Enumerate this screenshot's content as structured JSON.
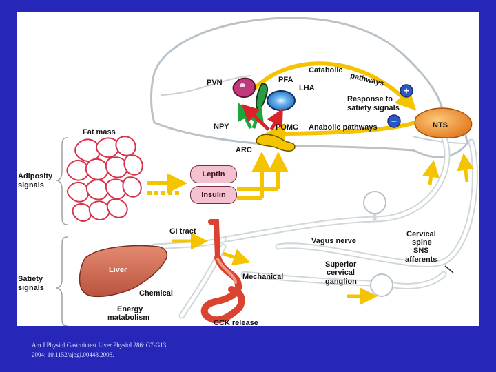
{
  "colors": {
    "slide_background": "#2626b8",
    "panel_background": "#ffffff",
    "catabolic_arrow": "#f5c400",
    "positive_badge": "#2a56c6",
    "nts": "#f08a1f",
    "pvn": "#c0397a",
    "lha": "#1e78c8",
    "npy_arrow": "#1aa83b",
    "pomc_arrow": "#d9232b",
    "fat_cells": "#d6324a",
    "liver": "#d4715a"
  },
  "labels": {
    "catabolic_line1": "Catabolic",
    "catabolic_line2": "pathways",
    "pvn": "PVN",
    "pfa": "PFA",
    "lha": "LHA",
    "response_line1": "Response to",
    "response_line2": "satiety signals",
    "npy": "NPY",
    "pomc": "POMC",
    "anabolic": "Anabolic pathways",
    "nts": "NTS",
    "arc": "ARC",
    "fat_mass": "Fat mass",
    "adiposity_line1": "Adiposity",
    "adiposity_line2": "signals",
    "leptin": "Leptin",
    "insulin": "Insulin",
    "gi_tract": "GI tract",
    "vagus_nerve": "Vagus nerve",
    "cervical_line1": "Cervical",
    "cervical_line2": "spine",
    "cervical_line3": "SNS",
    "cervical_line4": "afferents",
    "liver": "Liver",
    "mechanical": "Mechanical",
    "superior_line1": "Superior",
    "superior_line2": "cervical",
    "superior_line3": "ganglion",
    "satiety_line1": "Satiety",
    "satiety_line2": "signals",
    "chemical": "Chemical",
    "energy_line1": "Energy",
    "energy_line2": "matabolism",
    "cck_release": "CCK release",
    "plus_sign": "+",
    "minus_sign": "−"
  },
  "citation": {
    "line1": "Am J Physiol Gastrointest Liver Physiol 286: G7-G13,",
    "line2": "2004; 10.1152/ajpgi.00448.2003."
  }
}
